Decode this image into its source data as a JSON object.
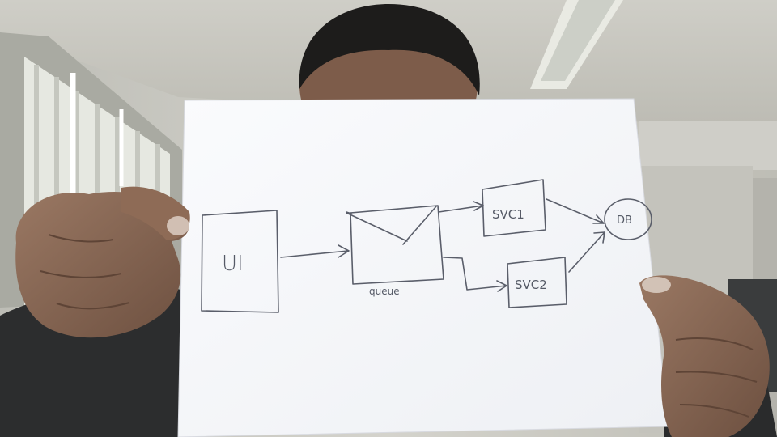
{
  "photo": {
    "subject": "person holding hand-drawn diagram on paper",
    "colors": {
      "wall": "#d7d6cf",
      "ceiling": "#c9c8c1",
      "window": "#e8eae4",
      "paper": "#f7f8fb",
      "ink": "#5a5e6a",
      "skin": "#8a6a55",
      "shirt": "#2b2b2b",
      "hair": "#1f1e1d"
    }
  },
  "diagram": {
    "nodes": {
      "ui": "UI",
      "queue_caption": "queue",
      "svc1": "SVC1",
      "svc2": "SVC2",
      "db": "DB"
    },
    "edges": [
      {
        "from": "UI",
        "to": "queue"
      },
      {
        "from": "queue",
        "to": "SVC1"
      },
      {
        "from": "queue",
        "to": "SVC2"
      },
      {
        "from": "SVC1",
        "to": "DB"
      },
      {
        "from": "SVC2",
        "to": "DB"
      }
    ]
  }
}
